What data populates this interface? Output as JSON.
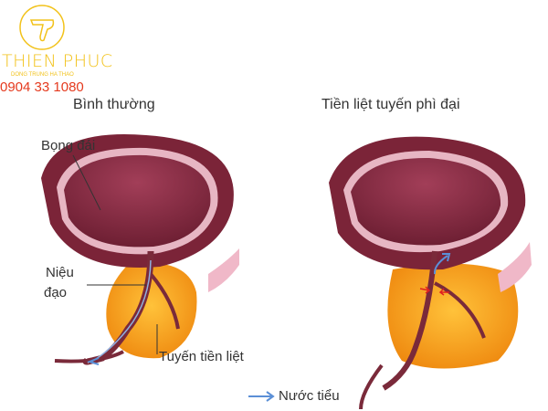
{
  "logo": {
    "name": "THIEN PHUC",
    "tagline": "DONG TRUNG HA THAO",
    "phone": "0904 33 1080",
    "color": "#f2c21a",
    "phone_color": "#e53a1e"
  },
  "panels": {
    "normal": {
      "title": "Bình thường",
      "labels": {
        "bladder": "Bọng đái",
        "urethra_line1": "Niệu",
        "urethra_line2": "đạo",
        "prostate": "Tuyến tiền liệt"
      }
    },
    "enlarged": {
      "title": "Tiền liệt tuyến phì đại"
    }
  },
  "legend": {
    "urine": "Nước tiểu",
    "arrow_color": "#5b8fd6"
  },
  "colors": {
    "bladder": "#8a2e44",
    "bladder_inner": "#a84a5e",
    "prostate": "#f5a21c",
    "lining": "#e8b9c4"
  }
}
